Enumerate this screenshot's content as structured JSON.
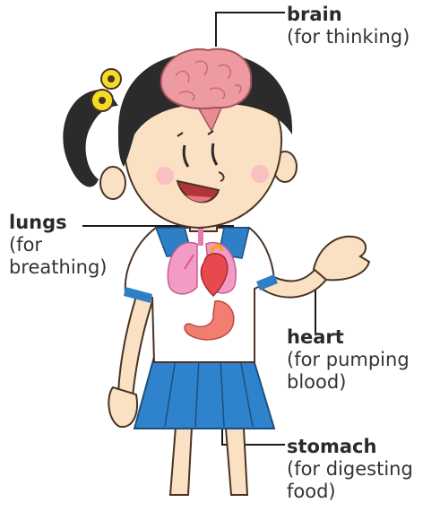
{
  "labels": {
    "brain": {
      "name": "brain",
      "function": "(for thinking)"
    },
    "lungs": {
      "name": "lungs",
      "function_line1": "(for",
      "function_line2": "breathing)"
    },
    "heart": {
      "name": "heart",
      "function_line1": "(for pumping",
      "function_line2": "blood)"
    },
    "stomach": {
      "name": "stomach",
      "function_line1": "(for digesting",
      "function_line2": "food)"
    }
  },
  "colors": {
    "hair": "#2b2b2b",
    "skin": "#fbe1c3",
    "skin_outline": "#4a3325",
    "brain": "#ee9aa3",
    "lungs": "#f39bc7",
    "heart": "#e7494f",
    "stomach": "#f27e72",
    "collar": "#2f7fc6",
    "skirt": "#2f83cc",
    "hair_tie": "#f5dc24",
    "leader_line": "#1a1a1a"
  },
  "icons": {
    "figure": "cartoon-girl-figure",
    "brain": "brain-icon",
    "lungs": "lungs-icon",
    "heart": "heart-icon",
    "stomach": "stomach-icon"
  }
}
